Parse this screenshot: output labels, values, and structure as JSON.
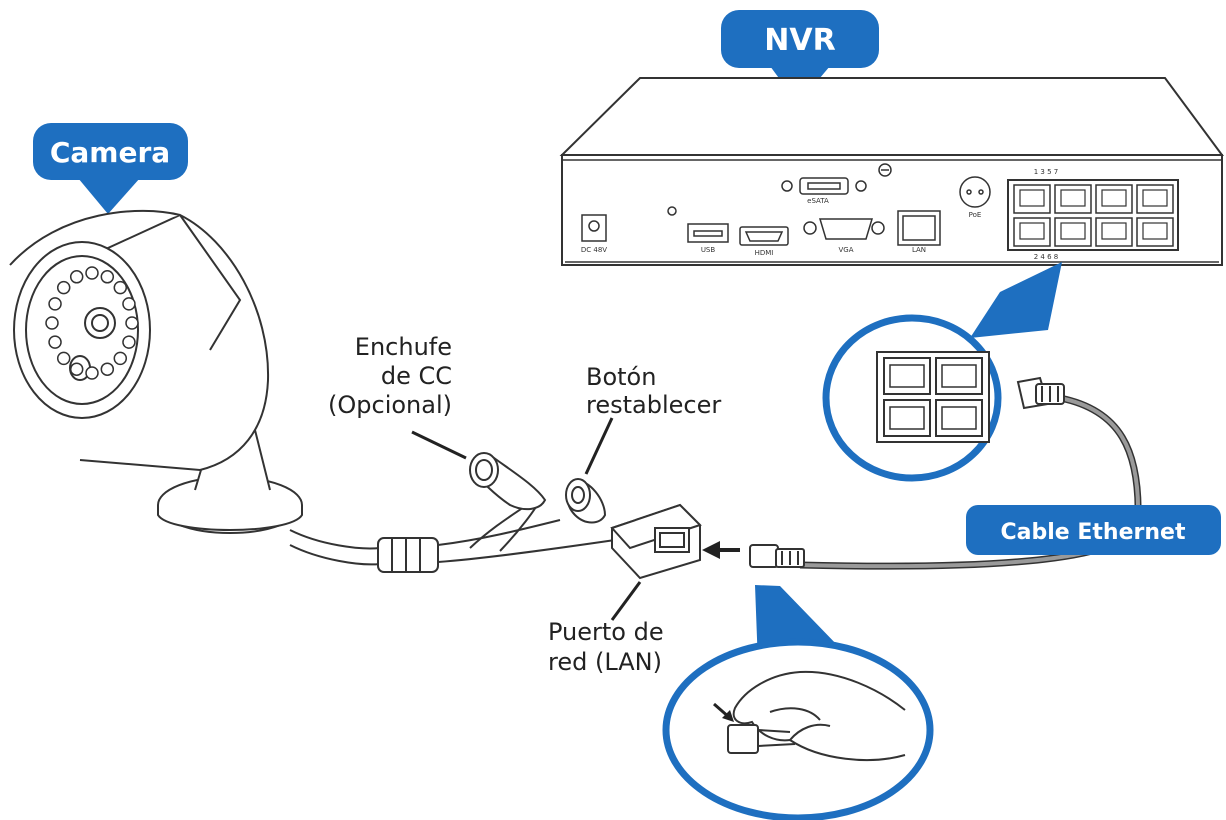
{
  "callouts": {
    "nvr": "NVR",
    "camera": "Camera",
    "cable": "Cable  Ethernet"
  },
  "labels": {
    "dc_plug": [
      "Enchufe",
      "de CC",
      "(Opcional)"
    ],
    "reset_button": [
      "Botón",
      "restablecer"
    ],
    "lan_port": [
      "Puerto de",
      "red (LAN)"
    ]
  },
  "nvr_ports": {
    "esata": "eSATA",
    "usb": "USB",
    "hdmi": "HDMI",
    "vga": "VGA",
    "lan": "LAN",
    "power": "DC 48V",
    "ptz": "PoE",
    "top_numbers": "1 3 5 7",
    "bottom_numbers": "2 4 6 8"
  },
  "colors": {
    "callout_blue": "#1e6fc0",
    "circle_blue": "#1e6fc0",
    "line": "#333333",
    "cable": "#9a9a9a"
  },
  "icons": [
    "camera-icon",
    "nvr-recorder-icon",
    "ethernet-plug-icon",
    "hand-icon",
    "arrow-left-icon"
  ]
}
